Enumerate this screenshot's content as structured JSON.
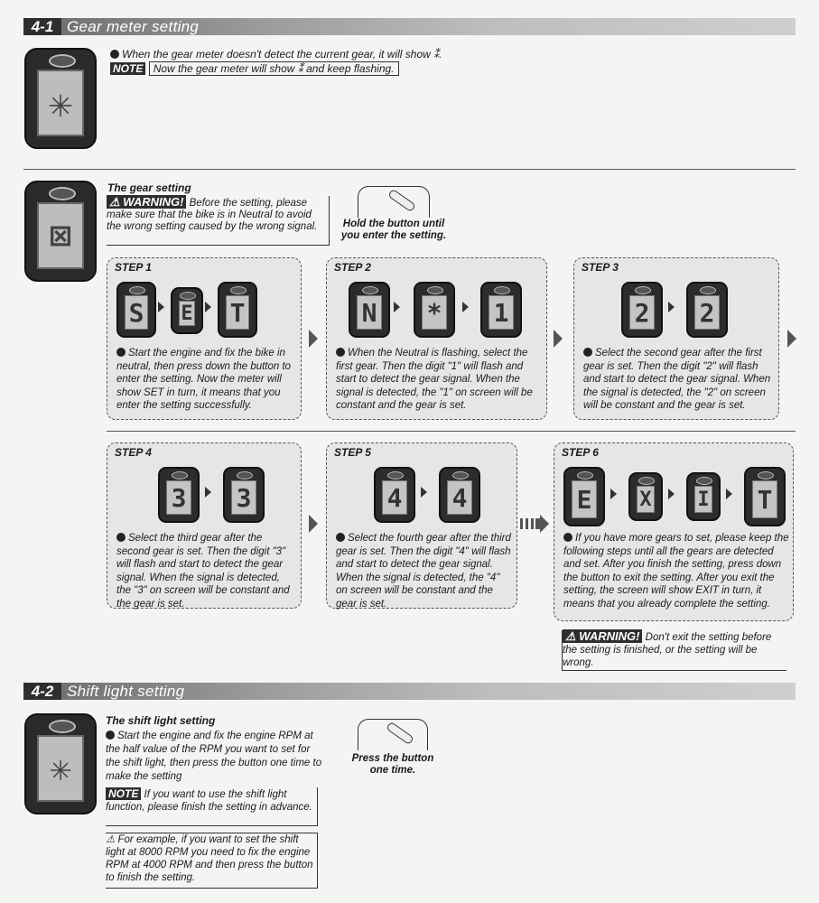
{
  "sections": {
    "s41": {
      "number": "4-1",
      "title": "Gear meter setting"
    },
    "s42": {
      "number": "4-2",
      "title": "Shift light setting"
    }
  },
  "gear_meter": {
    "main_text": "When the gear meter doesn't detect the current gear, it will show",
    "note_label": "NOTE",
    "note_text": "Now the gear meter will show",
    "note_text_end": "and keep flashing.",
    "symbol": "⁑"
  },
  "gear_setting": {
    "heading": "The gear setting",
    "warning_label": "WARNING!",
    "warning_text": "Before the setting, please make sure that the bike is in Neutral to avoid the wrong setting caused by the wrong signal.",
    "button_caption": "Hold the button until you enter the setting."
  },
  "steps": [
    {
      "label": "STEP 1",
      "displays": [
        "S",
        "E",
        "T"
      ],
      "text": "Start the engine and fix the bike in neutral, then press down the button to enter the setting. Now the meter will show SET in turn, it means that you enter the setting successfully."
    },
    {
      "label": "STEP 2",
      "displays": [
        "N",
        "*",
        "1"
      ],
      "text": "When the Neutral is flashing, select the first gear. Then the digit \"1\" will flash and start to detect the gear signal. When the signal is detected, the \"1\" on screen will be constant and the gear is set."
    },
    {
      "label": "STEP 3",
      "displays": [
        "2",
        "2"
      ],
      "text": "Select the second gear after the first gear is set. Then the digit \"2\" will flash and start to detect the gear signal. When the signal is detected, the \"2\" on screen will be constant and the gear is set."
    },
    {
      "label": "STEP 4",
      "displays": [
        "3",
        "3"
      ],
      "text": "Select the third gear after the second gear is set. Then the digit \"3\" will flash and start to detect the gear signal. When the signal is detected, the \"3\" on screen will be constant and the gear is set."
    },
    {
      "label": "STEP 5",
      "displays": [
        "4",
        "4"
      ],
      "text": "Select the fourth gear after the third gear is set. Then the digit \"4\" will flash and start to detect the gear signal. When the signal is detected, the \"4\" on screen will be constant and the gear is set."
    },
    {
      "label": "STEP 6",
      "displays": [
        "E",
        "X",
        "I",
        "T"
      ],
      "text": "If you have more gears to set, please keep the following steps until all the gears are detected and set. After you finish the setting, press down the button to exit the setting. After you exit the setting, the screen will show EXIT in turn, it means that you already complete the setting."
    }
  ],
  "exit_warning": {
    "label": "WARNING!",
    "text": "Don't exit the setting before the setting is finished, or the setting will be wrong."
  },
  "shift_light": {
    "heading": "The shift light setting",
    "main_text": "Start the engine and fix the engine RPM at the half value of the RPM you want to set for the shift light, then press the button one time to make the setting",
    "note_label": "NOTE",
    "note_text": "If you want to use the shift light function, please finish the setting in advance.",
    "example_text": "For example, if you want to set the shift light at 8000 RPM you need to fix the engine RPM at 4000 RPM and then press the button to finish the setting.",
    "button_caption": "Press the button one time."
  }
}
